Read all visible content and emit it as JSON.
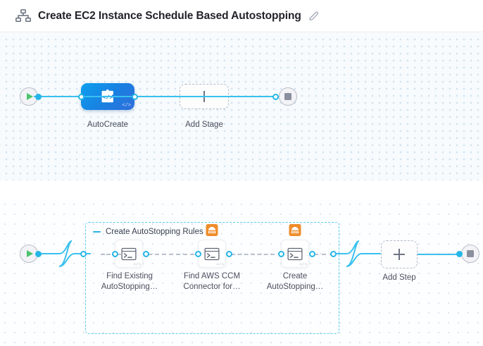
{
  "header": {
    "icon": "pipeline-hierarchy-icon",
    "title": "Create EC2 Instance Schedule Based Autostopping",
    "edit_icon": "pencil-edit-icon"
  },
  "colors": {
    "wire": "#39c0ef",
    "port": "#26b6e8",
    "group_border": "#5fcdf0",
    "stage_gradient_start": "#0d9ff0",
    "stage_gradient_end": "#2f6fdc",
    "aws_badge": "#ef8c2a",
    "start_triangle": "#4dc26b",
    "stop_square": "#8a8f9e",
    "canvas_top_bg": "#f7fbfd",
    "canvas_bottom_bg": "#fdfeff"
  },
  "stage_canvas": {
    "start_node": {
      "name": "pipeline-start",
      "icon": "play-icon"
    },
    "end_node": {
      "name": "pipeline-end",
      "icon": "stop-icon"
    },
    "stages": [
      {
        "label": "AutoCreate",
        "icon": "puzzle-code-icon",
        "corner_icon": "code-brackets-icon",
        "selected": true
      }
    ],
    "add_stage": {
      "label": "Add Stage",
      "icon": "plus-icon"
    }
  },
  "step_canvas": {
    "start_node": {
      "name": "execution-start",
      "icon": "play-icon"
    },
    "end_node": {
      "name": "execution-end",
      "icon": "stop-icon"
    },
    "group": {
      "title": "Create AutoStopping Rules",
      "collapse_icon": "minus-icon",
      "steps": [
        {
          "label_line1": "Find Existing",
          "label_line2": "AutoStopping…",
          "icon": "shell-script-terminal-icon",
          "corner_icon": "code-brackets-icon",
          "badge": null
        },
        {
          "label_line1": "Find AWS CCM",
          "label_line2": "Connector for…",
          "icon": "shell-script-terminal-icon",
          "corner_icon": "code-brackets-icon",
          "badge": "aws-cloud-icon"
        },
        {
          "label_line1": "Create",
          "label_line2": "AutoStopping…",
          "icon": "shell-script-terminal-icon",
          "corner_icon": "code-brackets-icon",
          "badge": "aws-cloud-icon"
        }
      ]
    },
    "add_step": {
      "label": "Add Step",
      "icon": "plus-icon"
    }
  }
}
